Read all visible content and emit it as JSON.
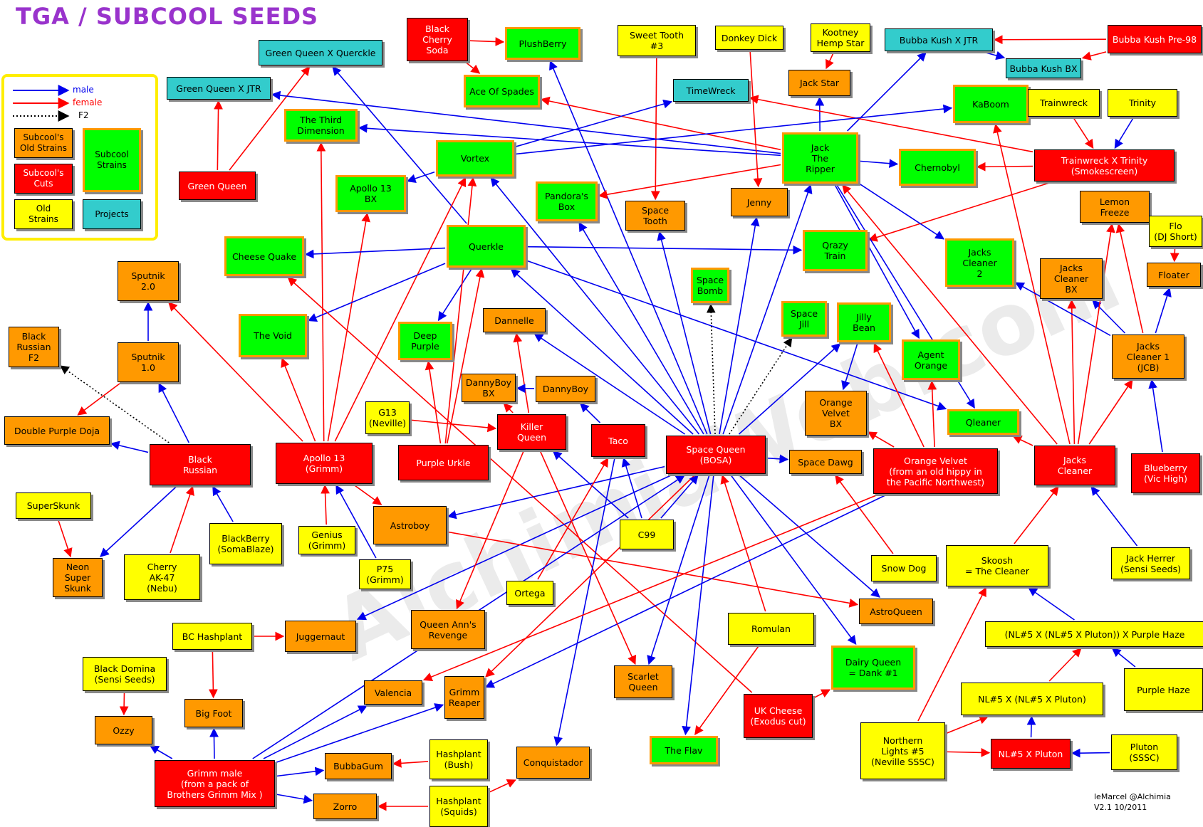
{
  "title": "TGA / SUBCOOL SEEDS",
  "credit": "leMarcel @Alchimia\nV2.1 10/2011",
  "watermark": "AlchimiaWeb.com",
  "colors": {
    "male": "#0000ee",
    "female": "#ff0000",
    "f2": "#000000",
    "orange": "#ff9900",
    "red": "#ff0000",
    "yellow": "#ffff00",
    "green": "#00ff00",
    "cyan": "#33cccc",
    "title": "#9933cc",
    "legend_border": "#ffee00"
  },
  "legend": {
    "lines": [
      {
        "label": "male",
        "type": "male"
      },
      {
        "label": "female",
        "type": "female"
      },
      {
        "label": "F2",
        "type": "f2"
      }
    ],
    "boxes": [
      {
        "label": "Subcool's\nOld Strains",
        "cls": "orange"
      },
      {
        "label": "Subcool's\nCuts",
        "cls": "red"
      },
      {
        "label": "Old\nStrains",
        "cls": "yellow"
      },
      {
        "label": "Subcool\nStrains",
        "cls": "green"
      },
      {
        "label": "Projects",
        "cls": "cyan"
      }
    ]
  },
  "nodes": [
    {
      "id": "gqq",
      "label": "Green Queen X Querckle",
      "cls": "cyan"
    },
    {
      "id": "gqj",
      "label": "Green Queen X JTR",
      "cls": "cyan"
    },
    {
      "id": "gq",
      "label": "Green Queen",
      "cls": "red"
    },
    {
      "id": "bcs",
      "label": "Black\nCherry\nSoda",
      "cls": "red"
    },
    {
      "id": "pb",
      "label": "PlushBerry",
      "cls": "green"
    },
    {
      "id": "aos",
      "label": "Ace Of Spades",
      "cls": "green"
    },
    {
      "id": "st3",
      "label": "Sweet Tooth\n#3",
      "cls": "yellow"
    },
    {
      "id": "dd",
      "label": "Donkey Dick",
      "cls": "yellow"
    },
    {
      "id": "khs",
      "label": "Kootney\nHemp Star",
      "cls": "yellow"
    },
    {
      "id": "js",
      "label": "Jack Star",
      "cls": "orange"
    },
    {
      "id": "bkj",
      "label": "Bubba Kush X JTR",
      "cls": "cyan"
    },
    {
      "id": "bkp",
      "label": "Bubba Kush Pre-98",
      "cls": "red"
    },
    {
      "id": "bkbx",
      "label": "Bubba Kush BX",
      "cls": "cyan"
    },
    {
      "id": "tw",
      "label": "TimeWreck",
      "cls": "cyan"
    },
    {
      "id": "kab",
      "label": "KaBoom",
      "cls": "green"
    },
    {
      "id": "trw",
      "label": "Trainwreck",
      "cls": "yellow"
    },
    {
      "id": "tri",
      "label": "Trinity",
      "cls": "yellow"
    },
    {
      "id": "ttd",
      "label": "The Third\nDimension",
      "cls": "green"
    },
    {
      "id": "vor",
      "label": "Vortex",
      "cls": "green"
    },
    {
      "id": "jtr",
      "label": "Jack\nThe\nRipper",
      "cls": "green"
    },
    {
      "id": "che",
      "label": "Chernobyl",
      "cls": "green"
    },
    {
      "id": "txt",
      "label": "Trainwreck X Trinity\n(Smokescreen)",
      "cls": "red"
    },
    {
      "id": "a13bx",
      "label": "Apollo 13\nBX",
      "cls": "green"
    },
    {
      "id": "pbox",
      "label": "Pandora's\nBox",
      "cls": "green"
    },
    {
      "id": "stooth",
      "label": "Space\nTooth",
      "cls": "orange"
    },
    {
      "id": "jen",
      "label": "Jenny",
      "cls": "orange"
    },
    {
      "id": "lf",
      "label": "Lemon\nFreeze",
      "cls": "orange"
    },
    {
      "id": "flo",
      "label": "Flo\n(DJ Short)",
      "cls": "yellow"
    },
    {
      "id": "cq",
      "label": "Cheese Quake",
      "cls": "green"
    },
    {
      "id": "que",
      "label": "Querkle",
      "cls": "green"
    },
    {
      "id": "qt",
      "label": "Qrazy\nTrain",
      "cls": "green"
    },
    {
      "id": "jc2",
      "label": "Jacks\nCleaner\n2",
      "cls": "green"
    },
    {
      "id": "jcbx",
      "label": "Jacks\nCleaner\nBX",
      "cls": "orange"
    },
    {
      "id": "flt",
      "label": "Floater",
      "cls": "orange"
    },
    {
      "id": "sp2",
      "label": "Sputnik\n2.0",
      "cls": "orange"
    },
    {
      "id": "sb",
      "label": "Space\nBomb",
      "cls": "green"
    },
    {
      "id": "tv",
      "label": "The Void",
      "cls": "green"
    },
    {
      "id": "dp",
      "label": "Deep\nPurple",
      "cls": "green"
    },
    {
      "id": "dan",
      "label": "Dannelle",
      "cls": "orange"
    },
    {
      "id": "sj",
      "label": "Space\nJill",
      "cls": "green"
    },
    {
      "id": "jb",
      "label": "Jilly\nBean",
      "cls": "green"
    },
    {
      "id": "ao",
      "label": "Agent\nOrange",
      "cls": "green"
    },
    {
      "id": "jc1",
      "label": "Jacks\nCleaner 1\n(JCB)",
      "cls": "orange"
    },
    {
      "id": "brf2",
      "label": "Black\nRussian\nF2",
      "cls": "orange"
    },
    {
      "id": "sp1",
      "label": "Sputnik\n1.0",
      "cls": "orange"
    },
    {
      "id": "dbbx",
      "label": "DannyBoy\nBX",
      "cls": "orange"
    },
    {
      "id": "db",
      "label": "DannyBoy",
      "cls": "orange"
    },
    {
      "id": "ovbx",
      "label": "Orange\nVelvet\nBX",
      "cls": "orange"
    },
    {
      "id": "qle",
      "label": "Qleaner",
      "cls": "green"
    },
    {
      "id": "dpd",
      "label": "Double Purple Doja",
      "cls": "orange"
    },
    {
      "id": "g13",
      "label": "G13\n(Neville)",
      "cls": "yellow"
    },
    {
      "id": "kq",
      "label": "Killer\nQueen",
      "cls": "red"
    },
    {
      "id": "taco",
      "label": "Taco",
      "cls": "red"
    },
    {
      "id": "sq",
      "label": "Space Queen\n(BOSA)",
      "cls": "red"
    },
    {
      "id": "sd",
      "label": "Space Dawg",
      "cls": "orange"
    },
    {
      "id": "ov",
      "label": "Orange Velvet\n(from an old hippy in\nthe Pacific Northwest)",
      "cls": "red"
    },
    {
      "id": "jcl",
      "label": "Jacks\nCleaner",
      "cls": "red"
    },
    {
      "id": "bb",
      "label": "Blueberry\n(Vic High)",
      "cls": "red"
    },
    {
      "id": "br",
      "label": "Black\nRussian",
      "cls": "red"
    },
    {
      "id": "a13",
      "label": "Apollo 13\n(Grimm)",
      "cls": "red"
    },
    {
      "id": "pu",
      "label": "Purple Urkle",
      "cls": "red"
    },
    {
      "id": "ss",
      "label": "SuperSkunk",
      "cls": "yellow"
    },
    {
      "id": "bbs",
      "label": "BlackBerry\n(SomaBlaze)",
      "cls": "yellow"
    },
    {
      "id": "gen",
      "label": "Genius\n(Grimm)",
      "cls": "yellow"
    },
    {
      "id": "ab",
      "label": "Astroboy",
      "cls": "orange"
    },
    {
      "id": "c99",
      "label": "C99",
      "cls": "yellow"
    },
    {
      "id": "nss",
      "label": "Neon\nSuper\nSkunk",
      "cls": "orange"
    },
    {
      "id": "cak",
      "label": "Cherry\nAK-47\n(Nebu)",
      "cls": "yellow"
    },
    {
      "id": "p75",
      "label": "P75\n(Grimm)",
      "cls": "yellow"
    },
    {
      "id": "ort",
      "label": "Ortega",
      "cls": "yellow"
    },
    {
      "id": "sdog",
      "label": "Snow Dog",
      "cls": "yellow"
    },
    {
      "id": "sk",
      "label": "Skoosh\n= The Cleaner",
      "cls": "yellow"
    },
    {
      "id": "jh",
      "label": "Jack Herrer\n(Sensi Seeds)",
      "cls": "yellow"
    },
    {
      "id": "aq",
      "label": "AstroQueen",
      "cls": "orange"
    },
    {
      "id": "bch",
      "label": "BC Hashplant",
      "cls": "yellow"
    },
    {
      "id": "jug",
      "label": "Juggernaut",
      "cls": "orange"
    },
    {
      "id": "qar",
      "label": "Queen Ann's\nRevenge",
      "cls": "orange"
    },
    {
      "id": "rom",
      "label": "Romulan",
      "cls": "yellow"
    },
    {
      "id": "nlph",
      "label": "(NL#5 X (NL#5 X Pluton)) X Purple Haze",
      "cls": "yellow"
    },
    {
      "id": "bd",
      "label": "Black Domina\n(Sensi Seeds)",
      "cls": "yellow"
    },
    {
      "id": "dq",
      "label": "Dairy Queen\n= Dank #1",
      "cls": "green"
    },
    {
      "id": "sc",
      "label": "Scarlet\nQueen",
      "cls": "orange"
    },
    {
      "id": "val",
      "label": "Valencia",
      "cls": "orange"
    },
    {
      "id": "grm",
      "label": "Grimm\nReaper",
      "cls": "orange"
    },
    {
      "id": "nlnl",
      "label": "NL#5 X (NL#5 X Pluton)",
      "cls": "yellow"
    },
    {
      "id": "ph",
      "label": "Purple Haze",
      "cls": "yellow"
    },
    {
      "id": "bf",
      "label": "Big Foot",
      "cls": "orange"
    },
    {
      "id": "oz",
      "label": "Ozzy",
      "cls": "orange"
    },
    {
      "id": "ukc",
      "label": "UK Cheese\n(Exodus cut)",
      "cls": "red"
    },
    {
      "id": "flav",
      "label": "The Flav",
      "cls": "green"
    },
    {
      "id": "nl5",
      "label": "Northern\nLights #5\n(Neville SSSC)",
      "cls": "yellow"
    },
    {
      "id": "nlp",
      "label": "NL#5 X Pluton",
      "cls": "red"
    },
    {
      "id": "plu",
      "label": "Pluton\n(SSSC)",
      "cls": "yellow"
    },
    {
      "id": "hsb",
      "label": "Hashplant\n(Bush)",
      "cls": "yellow"
    },
    {
      "id": "bg",
      "label": "BubbaGum",
      "cls": "orange"
    },
    {
      "id": "con",
      "label": "Conquistador",
      "cls": "orange"
    },
    {
      "id": "gm",
      "label": "Grimm male\n(from a pack of\nBrothers Grimm Mix )",
      "cls": "red"
    },
    {
      "id": "zor",
      "label": "Zorro",
      "cls": "orange"
    },
    {
      "id": "hsq",
      "label": "Hashplant\n(Squids)",
      "cls": "yellow"
    }
  ],
  "edges": [
    [
      "gq",
      "gqj",
      "female"
    ],
    [
      "gq",
      "gqq",
      "female"
    ],
    [
      "que",
      "gqq",
      "male"
    ],
    [
      "jtr",
      "gqj",
      "male"
    ],
    [
      "bcs",
      "pb",
      "female"
    ],
    [
      "bcs",
      "aos",
      "female"
    ],
    [
      "sq",
      "pb",
      "male"
    ],
    [
      "jtr",
      "aos",
      "female"
    ],
    [
      "st3",
      "stooth",
      "female"
    ],
    [
      "dd",
      "jen",
      "female"
    ],
    [
      "khs",
      "js",
      "female"
    ],
    [
      "jtr",
      "js",
      "male"
    ],
    [
      "bkp",
      "bkj",
      "female"
    ],
    [
      "bkp",
      "bkbx",
      "female"
    ],
    [
      "bkj",
      "bkbx",
      "male"
    ],
    [
      "jtr",
      "bkj",
      "male"
    ],
    [
      "vor",
      "tw",
      "male"
    ],
    [
      "txt",
      "tw",
      "female"
    ],
    [
      "vor",
      "kab",
      "male"
    ],
    [
      "jcl",
      "kab",
      "female"
    ],
    [
      "trw",
      "txt",
      "female"
    ],
    [
      "tri",
      "txt",
      "male"
    ],
    [
      "txt",
      "che",
      "female"
    ],
    [
      "txt",
      "qt",
      "female"
    ],
    [
      "jtr",
      "ttd",
      "male"
    ],
    [
      "jtr",
      "che",
      "male"
    ],
    [
      "jtr",
      "jc2",
      "male"
    ],
    [
      "jtr",
      "ao",
      "male"
    ],
    [
      "jtr",
      "pbox",
      "female"
    ],
    [
      "jtr",
      "qle",
      "male"
    ],
    [
      "vor",
      "a13bx",
      "male"
    ],
    [
      "a13",
      "ttd",
      "female"
    ],
    [
      "a13",
      "vor",
      "female"
    ],
    [
      "a13",
      "a13bx",
      "female"
    ],
    [
      "a13",
      "tv",
      "female"
    ],
    [
      "a13",
      "sp2",
      "female"
    ],
    [
      "a13",
      "ab",
      "female"
    ],
    [
      "gen",
      "a13",
      "female"
    ],
    [
      "p75",
      "a13",
      "male"
    ],
    [
      "que",
      "cq",
      "male"
    ],
    [
      "que",
      "qt",
      "male"
    ],
    [
      "que",
      "tv",
      "male"
    ],
    [
      "que",
      "dp",
      "male"
    ],
    [
      "que",
      "qle",
      "male"
    ],
    [
      "pu",
      "que",
      "female"
    ],
    [
      "pu",
      "vor",
      "female"
    ],
    [
      "pu",
      "dp",
      "female"
    ],
    [
      "ukc",
      "cq",
      "female"
    ],
    [
      "sq",
      "pbox",
      "male"
    ],
    [
      "sq",
      "stooth",
      "male"
    ],
    [
      "sq",
      "jen",
      "male"
    ],
    [
      "sq",
      "jtr",
      "male"
    ],
    [
      "sq",
      "vor",
      "male"
    ],
    [
      "sq",
      "que",
      "male"
    ],
    [
      "sq",
      "dan",
      "male"
    ],
    [
      "sq",
      "jb",
      "male"
    ],
    [
      "sq",
      "ab",
      "male"
    ],
    [
      "sq",
      "jug",
      "male"
    ],
    [
      "sq",
      "sc",
      "male"
    ],
    [
      "sq",
      "flav",
      "male"
    ],
    [
      "sq",
      "aq",
      "male"
    ],
    [
      "sq",
      "dq",
      "male"
    ],
    [
      "sq",
      "sd",
      "male"
    ],
    [
      "sq",
      "grm",
      "female"
    ],
    [
      "sq",
      "sb",
      "f2"
    ],
    [
      "sq",
      "sj",
      "f2"
    ],
    [
      "rom",
      "sq",
      "female"
    ],
    [
      "rom",
      "flav",
      "female"
    ],
    [
      "sdog",
      "sd",
      "female"
    ],
    [
      "ab",
      "aq",
      "female"
    ],
    [
      "ov",
      "jb",
      "female"
    ],
    [
      "ov",
      "ovbx",
      "female"
    ],
    [
      "ov",
      "ao",
      "female"
    ],
    [
      "ov",
      "grm",
      "male"
    ],
    [
      "jb",
      "ovbx",
      "male"
    ],
    [
      "jcl",
      "jtr",
      "female"
    ],
    [
      "jcl",
      "jcbx",
      "female"
    ],
    [
      "jcl",
      "jc1",
      "female"
    ],
    [
      "jcl",
      "qle",
      "female"
    ],
    [
      "jc1",
      "jcbx",
      "male"
    ],
    [
      "jc1",
      "flt",
      "male"
    ],
    [
      "jc1",
      "jc2",
      "male"
    ],
    [
      "jc1",
      "lf",
      "female"
    ],
    [
      "flo",
      "flt",
      "female"
    ],
    [
      "jcl",
      "lf",
      "female"
    ],
    [
      "bb",
      "jc1",
      "male"
    ],
    [
      "jh",
      "jcl",
      "male"
    ],
    [
      "sk",
      "jcl",
      "female"
    ],
    [
      "nlph",
      "sk",
      "male"
    ],
    [
      "nlnl",
      "nlph",
      "female"
    ],
    [
      "ph",
      "nlph",
      "male"
    ],
    [
      "nl5",
      "sk",
      "female"
    ],
    [
      "nl5",
      "nlnl",
      "female"
    ],
    [
      "nl5",
      "nlp",
      "female"
    ],
    [
      "nlp",
      "nlnl",
      "male"
    ],
    [
      "plu",
      "nlp",
      "male"
    ],
    [
      "sp1",
      "sp2",
      "male"
    ],
    [
      "sp1",
      "dpd",
      "female"
    ],
    [
      "br",
      "sp1",
      "male"
    ],
    [
      "br",
      "dpd",
      "male"
    ],
    [
      "br",
      "nss",
      "male"
    ],
    [
      "br",
      "brf2",
      "f2"
    ],
    [
      "cak",
      "br",
      "female"
    ],
    [
      "bbs",
      "br",
      "male"
    ],
    [
      "ss",
      "nss",
      "female"
    ],
    [
      "g13",
      "kq",
      "female"
    ],
    [
      "kq",
      "dan",
      "female"
    ],
    [
      "kq",
      "dbbx",
      "female"
    ],
    [
      "kq",
      "qar",
      "female"
    ],
    [
      "kq",
      "sc",
      "female"
    ],
    [
      "db",
      "dbbx",
      "male"
    ],
    [
      "taco",
      "db",
      "male"
    ],
    [
      "taco",
      "con",
      "male"
    ],
    [
      "c99",
      "kq",
      "male"
    ],
    [
      "c99",
      "taco",
      "male"
    ],
    [
      "c99",
      "sq",
      "male"
    ],
    [
      "ort",
      "taco",
      "female"
    ],
    [
      "bch",
      "jug",
      "female"
    ],
    [
      "bch",
      "bf",
      "female"
    ],
    [
      "bd",
      "oz",
      "female"
    ],
    [
      "gm",
      "oz",
      "male"
    ],
    [
      "gm",
      "bf",
      "male"
    ],
    [
      "gm",
      "val",
      "male"
    ],
    [
      "gm",
      "grm",
      "male"
    ],
    [
      "gm",
      "bg",
      "male"
    ],
    [
      "gm",
      "zor",
      "male"
    ],
    [
      "gm",
      "sq",
      "male"
    ],
    [
      "hsb",
      "bg",
      "female"
    ],
    [
      "hsq",
      "zor",
      "female"
    ],
    [
      "hsq",
      "con",
      "female"
    ],
    [
      "ukc",
      "dq",
      "female"
    ],
    [
      "ov",
      "val",
      "female"
    ]
  ]
}
